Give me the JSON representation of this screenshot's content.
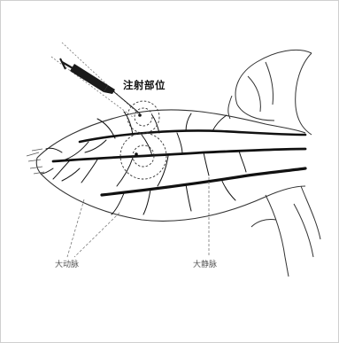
{
  "labels": {
    "injection_site": "注射部位",
    "artery": "大动脉",
    "vein": "大静脉"
  },
  "icons": {
    "syringe": "syringe-icon",
    "injection_target": "target-circle-icon"
  },
  "colors": {
    "vessel": "#111111",
    "outline": "#333333",
    "guide_line": "#777777",
    "syringe_fill": "#1a1a1a"
  }
}
